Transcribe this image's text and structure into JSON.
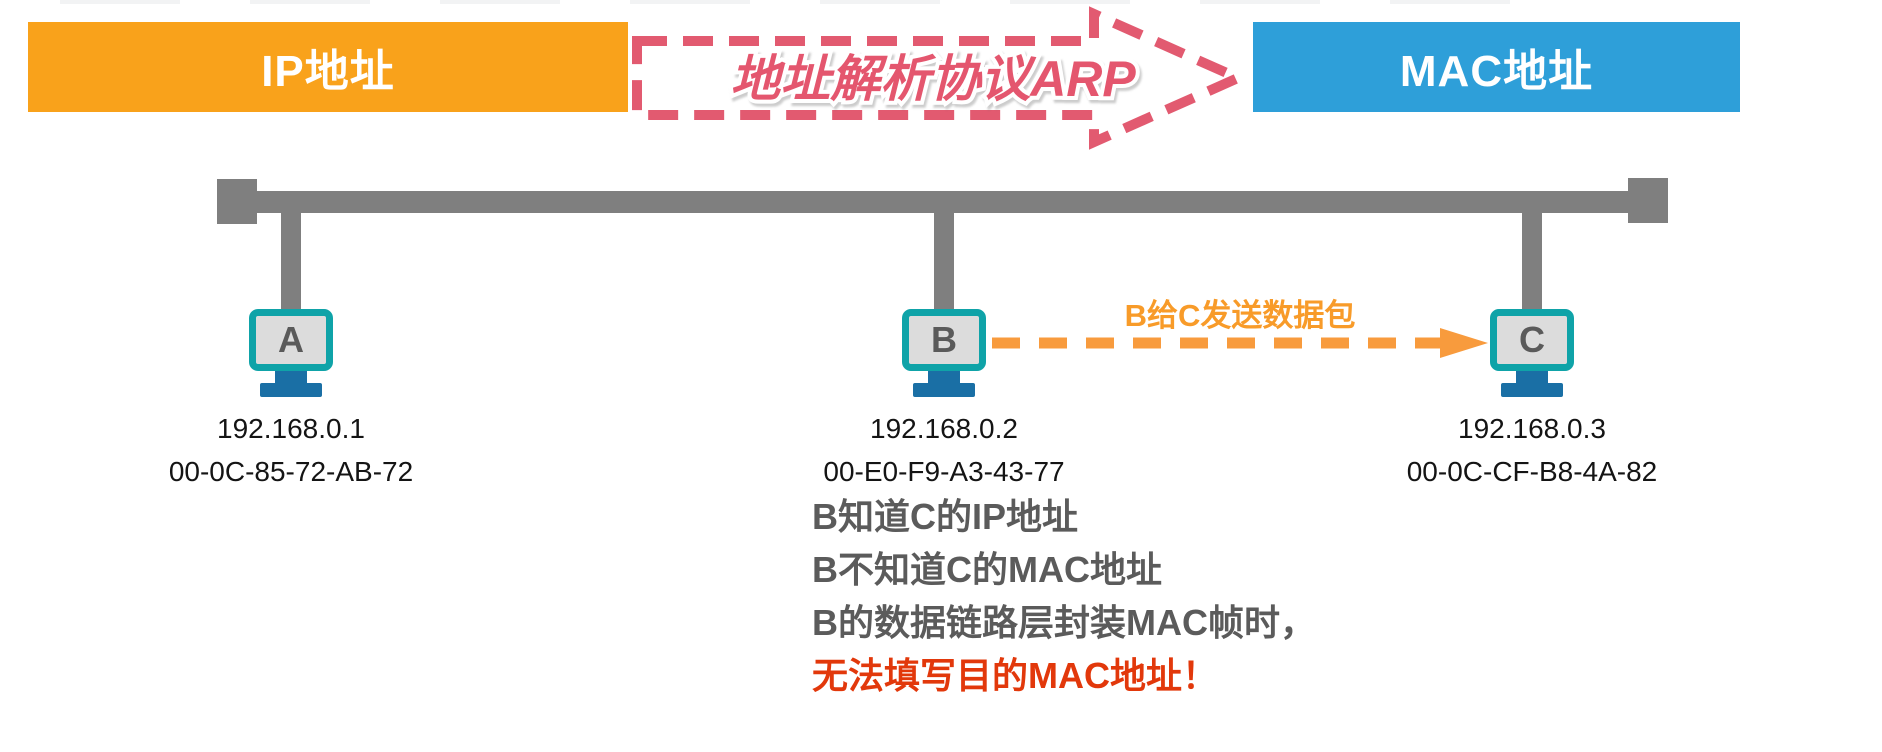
{
  "header": {
    "ip_box": {
      "label": "IP地址",
      "bg": "#F9A21B",
      "text_color": "#FFFFFF"
    },
    "arp_arrow": {
      "label": "地址解析协议ARP",
      "color": "#E4566E",
      "outline_color": "#E25A70"
    },
    "mac_box": {
      "label": "MAC地址",
      "bg": "#2E9FD9",
      "text_color": "#FFFFFF"
    }
  },
  "network": {
    "bus_color": "#7F7F7F",
    "monitor_style": {
      "border_color": "#0FA3A8",
      "screen_color": "#DCDCDC",
      "letter_color": "#5A5A5A",
      "stand_color": "#1A6FA5"
    },
    "hosts": [
      {
        "name": "A",
        "ip": "192.168.0.1",
        "mac": "00-0C-85-72-AB-72"
      },
      {
        "name": "B",
        "ip": "192.168.0.2",
        "mac": "00-E0-F9-A3-43-77"
      },
      {
        "name": "C",
        "ip": "192.168.0.3",
        "mac": "00-0C-CF-B8-4A-82"
      }
    ],
    "packet_arrow": {
      "label": "B给C发送数据包",
      "color": "#F89B3D"
    }
  },
  "notes": {
    "lines": [
      {
        "text": "B知道C的IP地址",
        "color": "#5B5B5B"
      },
      {
        "text": "B不知道C的MAC地址",
        "color": "#5B5B5B"
      },
      {
        "text": "B的数据链路层封装MAC帧时，",
        "color": "#5B5B5B"
      },
      {
        "text": "无法填写目的MAC地址！",
        "color": "#E2380B"
      }
    ]
  }
}
